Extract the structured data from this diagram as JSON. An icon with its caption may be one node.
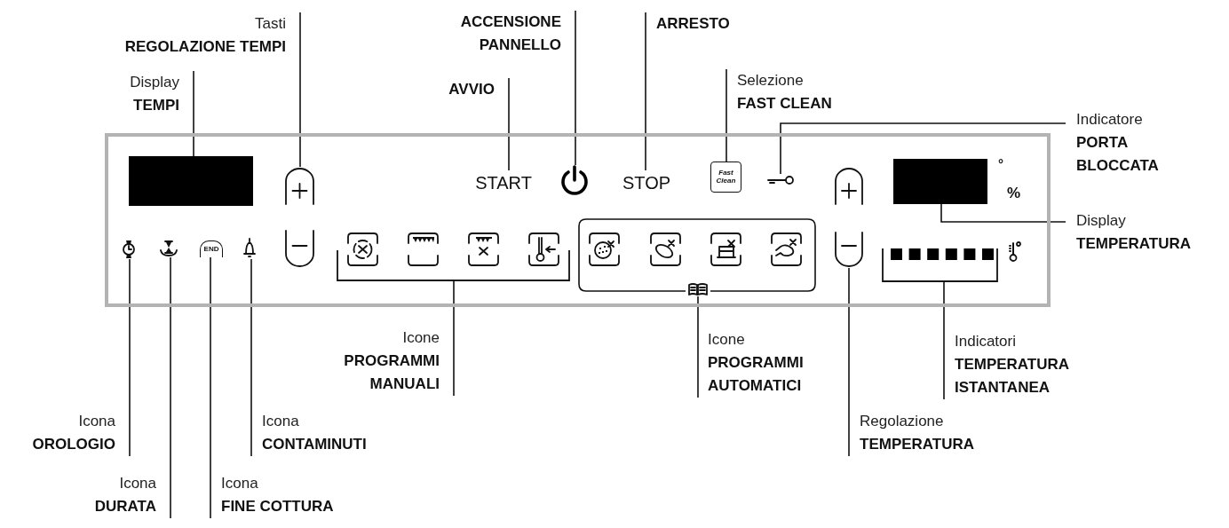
{
  "diagram": {
    "nodes": [
      {
        "text": [],
        "shape": "box"
      },
      {
        "text": [],
        "shape": "box",
        "in": 0
      },
      {
        "text": [],
        "shape": "button",
        "in": 0
      },
      {
        "text": [
          "START"
        ],
        "in": 0
      },
      {
        "text": [],
        "shape": "power",
        "in": 0
      },
      {
        "text": [
          "STOP"
        ],
        "in": 0
      },
      {
        "text": [
          "Fast Clean"
        ],
        "in": 0
      },
      {
        "text": [],
        "shape": "key",
        "in": 0
      },
      {
        "text": [],
        "shape": "box",
        "in": 0,
        "beside": [
          "°",
          "%"
        ]
      },
      {
        "text": [],
        "shape": "clock",
        "in": 0
      },
      {
        "text": [],
        "shape": "hourglass",
        "in": 0
      },
      {
        "text": [
          "END"
        ],
        "in": 0
      },
      {
        "text": [],
        "shape": "bell",
        "in": 0
      },
      {
        "text": [],
        "shape": "bracket",
        "in": 0
      },
      {
        "text": [],
        "shape": "book",
        "in": 0
      },
      {
        "text": [],
        "shape": "button",
        "in": 0
      },
      {
        "text": [],
        "shape": "bracket",
        "in": 0
      },
      {
        "text": [
          "Tasti",
          "REGOLAZIONE TEMPI"
        ]
      },
      {
        "text": [
          "Display",
          "TEMPI"
        ]
      },
      {
        "text": [
          "ACCENSIONE PANNELLO"
        ]
      },
      {
        "text": [
          "AVVIO"
        ]
      },
      {
        "text": [
          "ARRESTO"
        ]
      },
      {
        "text": [
          "Selezione",
          "FAST CLEAN"
        ]
      },
      {
        "text": [
          "Indicatore",
          "PORTA BLOCCATA"
        ]
      },
      {
        "text": [
          "Display",
          "TEMPERATURA"
        ]
      },
      {
        "text": [
          "Icona",
          "OROLOGIO"
        ]
      },
      {
        "text": [
          "Icona",
          "DURATA"
        ]
      },
      {
        "text": [
          "Icona",
          "FINE COTTURA"
        ]
      },
      {
        "text": [
          "Icona",
          "CONTAMINUTI"
        ]
      },
      {
        "text": [
          "Icone",
          "PROGRAMMI MANUALI"
        ]
      },
      {
        "text": [
          "Icone",
          "PROGRAMMI AUTOMATICI"
        ]
      },
      {
        "text": [
          "Indicatori",
          "TEMPERATURA ISTANTANEA"
        ]
      },
      {
        "text": [
          "Regolazione",
          "TEMPERATURA"
        ]
      }
    ],
    "edges": [
      {
        "from": 17,
        "to": 2,
        "arrow": "none"
      },
      {
        "from": 18,
        "to": 1,
        "arrow": "none"
      },
      {
        "from": 19,
        "to": 4,
        "arrow": "none"
      },
      {
        "from": 20,
        "to": 3,
        "arrow": "none"
      },
      {
        "from": 21,
        "to": 5,
        "arrow": "none"
      },
      {
        "from": 22,
        "to": 6,
        "arrow": "none"
      },
      {
        "from": 23,
        "to": 7,
        "arrow": "none"
      },
      {
        "from": 24,
        "to": 8,
        "arrow": "none"
      },
      {
        "from": 25,
        "to": 9,
        "arrow": "none"
      },
      {
        "from": 26,
        "to": 10,
        "arrow": "none"
      },
      {
        "from": 27,
        "to": 11,
        "arrow": "none"
      },
      {
        "from": 28,
        "to": 12,
        "arrow": "none"
      },
      {
        "from": 29,
        "to": 13,
        "arrow": "none"
      },
      {
        "from": 30,
        "to": 14,
        "arrow": "none"
      },
      {
        "from": 31,
        "to": 16,
        "arrow": "none"
      },
      {
        "from": 32,
        "to": 15,
        "arrow": "none"
      }
    ]
  }
}
